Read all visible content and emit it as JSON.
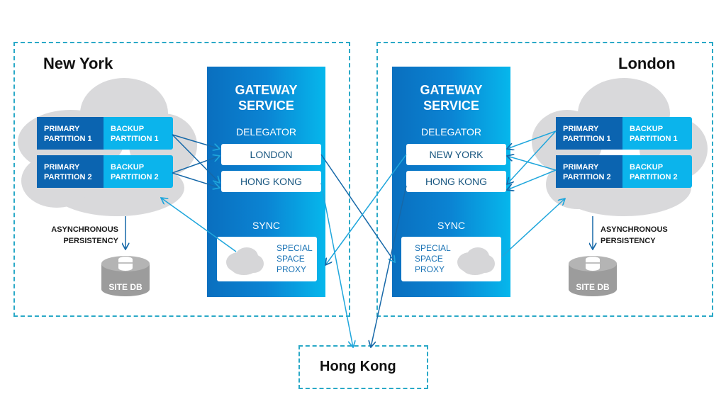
{
  "regions": {
    "new_york": {
      "title": "New York",
      "partitions": [
        {
          "primary": [
            "PRIMARY",
            "PARTITION 1"
          ],
          "backup": [
            "BACKUP",
            "PARTITION 1"
          ]
        },
        {
          "primary": [
            "PRIMARY",
            "PARTITION 2"
          ],
          "backup": [
            "BACKUP",
            "PARTITION 2"
          ]
        }
      ],
      "persistency": [
        "ASYNCHRONOUS",
        "PERSISTENCY"
      ],
      "db_label": "SITE DB",
      "gateway": {
        "title": [
          "GATEWAY",
          "SERVICE"
        ],
        "delegator_label": "DELEGATOR",
        "delegates": [
          "LONDON",
          "HONG KONG"
        ],
        "sync_label": "SYNC",
        "proxy": [
          "SPECIAL",
          "SPACE",
          "PROXY"
        ]
      }
    },
    "london": {
      "title": "London",
      "partitions": [
        {
          "primary": [
            "PRIMARY",
            "PARTITION 1"
          ],
          "backup": [
            "BACKUP",
            "PARTITION 1"
          ]
        },
        {
          "primary": [
            "PRIMARY",
            "PARTITION 2"
          ],
          "backup": [
            "BACKUP",
            "PARTITION 2"
          ]
        }
      ],
      "persistency": [
        "ASYNCHRONOUS",
        "PERSISTENCY"
      ],
      "db_label": "SITE DB",
      "gateway": {
        "title": [
          "GATEWAY",
          "SERVICE"
        ],
        "delegator_label": "DELEGATOR",
        "delegates": [
          "NEW YORK",
          "HONG KONG"
        ],
        "sync_label": "SYNC",
        "proxy": [
          "SPECIAL",
          "SPACE",
          "PROXY"
        ]
      }
    },
    "hong_kong": {
      "title": "Hong Kong"
    }
  },
  "colors": {
    "dashed_border": "#2aa9c7",
    "primary_partition": "#0b64b0",
    "backup_partition": "#0bb4ec",
    "gateway_dark": "#0a6fbf",
    "gateway_light": "#06b7ec",
    "cloud": "#d9d9db",
    "db": "#9a9a9a",
    "arrow_dark": "#1668a8",
    "arrow_light": "#1fa6dc"
  }
}
